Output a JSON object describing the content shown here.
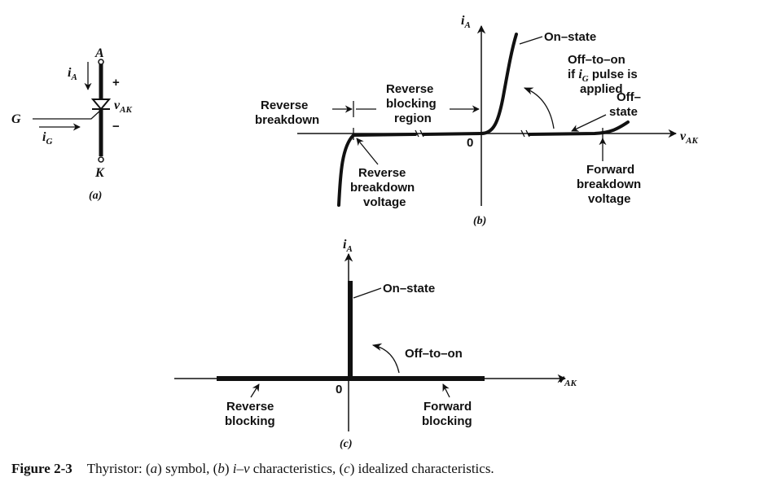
{
  "panel_a": {
    "anode_label": "A",
    "cathode_label": "K",
    "gate_label": "G",
    "ia_label": "i",
    "ia_sub": "A",
    "ig_label": "i",
    "ig_sub": "G",
    "vak_label": "v",
    "vak_sub": "AK",
    "plus": "+",
    "minus": "−",
    "caption": "(a)"
  },
  "panel_b": {
    "ia_label": "i",
    "ia_sub": "A",
    "vak_label": "v",
    "vak_sub": "AK",
    "origin": "0",
    "on_state": "On–state",
    "off_to_on_1": "Off–to–on",
    "off_to_on_2a": "if ",
    "off_to_on_2b": "i",
    "off_to_on_2c": "G",
    "off_to_on_2d": " pulse is",
    "off_to_on_3": "applied",
    "off_state_1": "Off–",
    "off_state_2": "state",
    "reverse_breakdown_1": "Reverse",
    "reverse_breakdown_2": "breakdown",
    "reverse_blocking_1": "Reverse",
    "reverse_blocking_2": "blocking",
    "reverse_blocking_3": "region",
    "rb_voltage_1": "Reverse",
    "rb_voltage_2": "breakdown",
    "rb_voltage_3": "voltage",
    "fb_voltage_1": "Forward",
    "fb_voltage_2": "breakdown",
    "fb_voltage_3": "voltage",
    "caption": "(b)"
  },
  "panel_c": {
    "ia_label": "i",
    "ia_sub": "A",
    "vak_label": "v",
    "vak_sub": "AK",
    "origin": "0",
    "on_state": "On–state",
    "off_to_on": "Off–to–on",
    "reverse_blocking_1": "Reverse",
    "reverse_blocking_2": "blocking",
    "forward_blocking_1": "Forward",
    "forward_blocking_2": "blocking",
    "caption": "(c)"
  },
  "caption": {
    "label": "Figure 2-3",
    "text_1": "Thyristor: (",
    "a": "a",
    "text_2": ") symbol, (",
    "b": "b",
    "text_3": ") ",
    "iv": "i–v",
    "text_4": " characteristics, (",
    "c": "c",
    "text_5": ") idealized characteristics."
  }
}
